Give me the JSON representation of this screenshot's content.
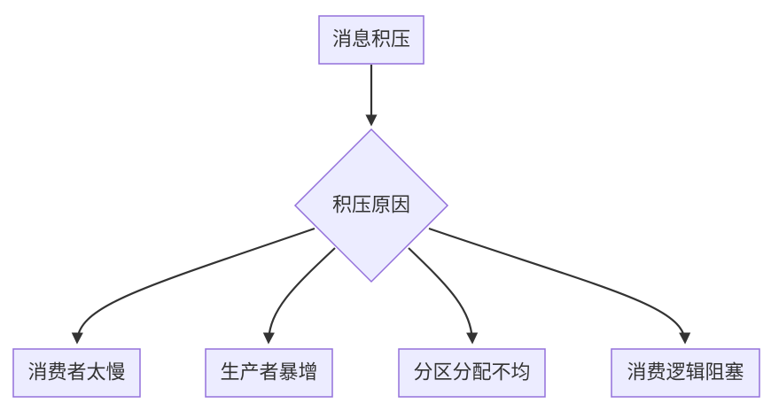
{
  "diagram": {
    "type": "flowchart",
    "direction": "top-down",
    "colors": {
      "node_fill": "#ECECFF",
      "node_stroke": "#9370DB",
      "edge": "#333333",
      "text": "#333333"
    },
    "root": {
      "label": "消息积压",
      "shape": "rectangle"
    },
    "decision": {
      "label": "积压原因",
      "shape": "diamond"
    },
    "causes": [
      {
        "label": "消费者太慢",
        "shape": "rectangle"
      },
      {
        "label": "生产者暴增",
        "shape": "rectangle"
      },
      {
        "label": "分区分配不均",
        "shape": "rectangle"
      },
      {
        "label": "消费逻辑阻塞",
        "shape": "rectangle"
      }
    ],
    "edges": [
      {
        "from": "消息积压",
        "to": "积压原因"
      },
      {
        "from": "积压原因",
        "to": "消费者太慢"
      },
      {
        "from": "积压原因",
        "to": "生产者暴增"
      },
      {
        "from": "积压原因",
        "to": "分区分配不均"
      },
      {
        "from": "积压原因",
        "to": "消费逻辑阻塞"
      }
    ]
  }
}
